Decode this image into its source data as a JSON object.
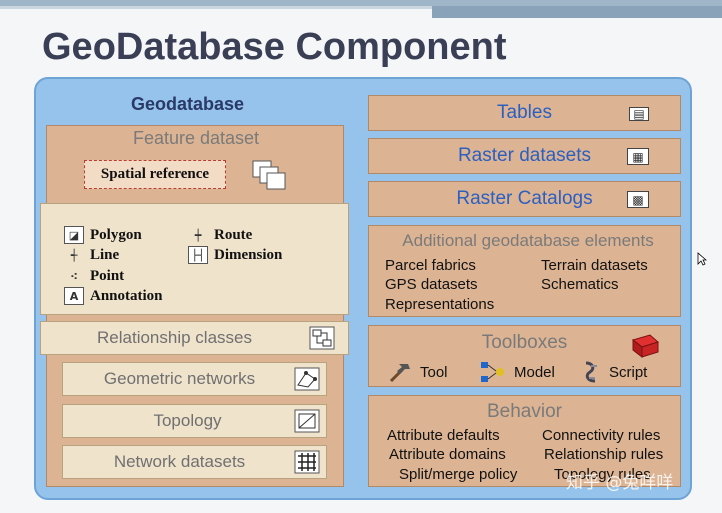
{
  "title": "GeoDatabase Component",
  "geodatabase_label": "Geodatabase",
  "feature_dataset": {
    "title": "Feature dataset",
    "spatial_reference": "Spatial reference",
    "items": [
      {
        "label": "Polygon",
        "icon": "polygon-icon"
      },
      {
        "label": "Line",
        "icon": "line-icon"
      },
      {
        "label": "Point",
        "icon": "point-icon"
      },
      {
        "label": "Annotation",
        "icon": "annotation-icon"
      },
      {
        "label": "Route",
        "icon": "route-icon"
      },
      {
        "label": "Dimension",
        "icon": "dimension-icon"
      }
    ],
    "relationship_classes": "Relationship classes",
    "geometric_networks": "Geometric networks",
    "topology": "Topology",
    "network_datasets": "Network datasets"
  },
  "right": {
    "tables": "Tables",
    "raster_datasets": "Raster datasets",
    "raster_catalogs": "Raster Catalogs",
    "additional": {
      "title": "Additional geodatabase elements",
      "items": [
        "Parcel fabrics",
        "Terrain datasets",
        "GPS datasets",
        "Schematics",
        "Representations"
      ]
    },
    "toolboxes": {
      "title": "Toolboxes",
      "tool": "Tool",
      "model": "Model",
      "script": "Script"
    },
    "behavior": {
      "title": "Behavior",
      "items": [
        "Attribute defaults",
        "Connectivity rules",
        "Attribute domains",
        "Relationship rules",
        "Split/merge policy",
        "Topology rules"
      ]
    }
  },
  "watermark": "知乎 @兔咩咩",
  "colors": {
    "outer_fill": "#96c3ec",
    "box_tan": "#dcb494",
    "box_light": "#efe3cc",
    "blue_text": "#2b5fc0",
    "title_text": "#3a3f55"
  }
}
